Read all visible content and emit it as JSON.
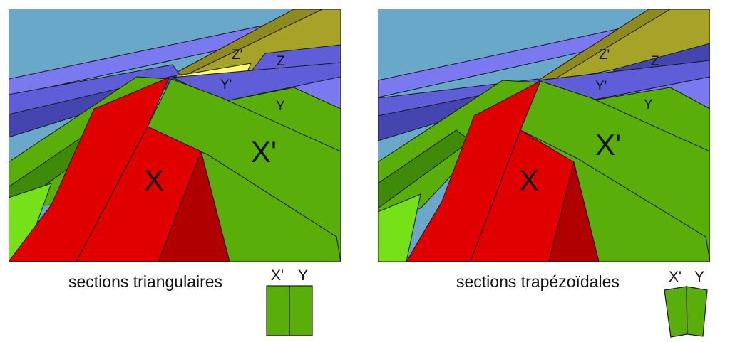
{
  "colors": {
    "sky": "#6aa8c9",
    "blue_light": "#7b79f0",
    "blue_mid": "#5f5ed8",
    "blue_dark": "#4545b0",
    "olive": "#a7a328",
    "olive_dark": "#8e8a20",
    "yellow": "#ffff66",
    "green": "#5aae0a",
    "green_light": "#76e018",
    "green_dark": "#3f8a08",
    "red": "#e00000",
    "red_dark": "#b00000"
  },
  "left_panel": {
    "labels": {
      "x": "X",
      "x_prime": "X'",
      "y": "Y",
      "y_prime": "Y'",
      "z": "Z",
      "z_prime": "Z'"
    },
    "caption": "sections triangulaires",
    "section": {
      "label_x": "X'",
      "label_y": "Y"
    }
  },
  "right_panel": {
    "labels": {
      "x": "X",
      "x_prime": "X'",
      "y": "Y",
      "y_prime": "Y'",
      "z": "Z",
      "z_prime": "Z'"
    },
    "caption": "sections trapézoïdales",
    "section": {
      "label_x": "X'",
      "label_y": "Y"
    }
  }
}
